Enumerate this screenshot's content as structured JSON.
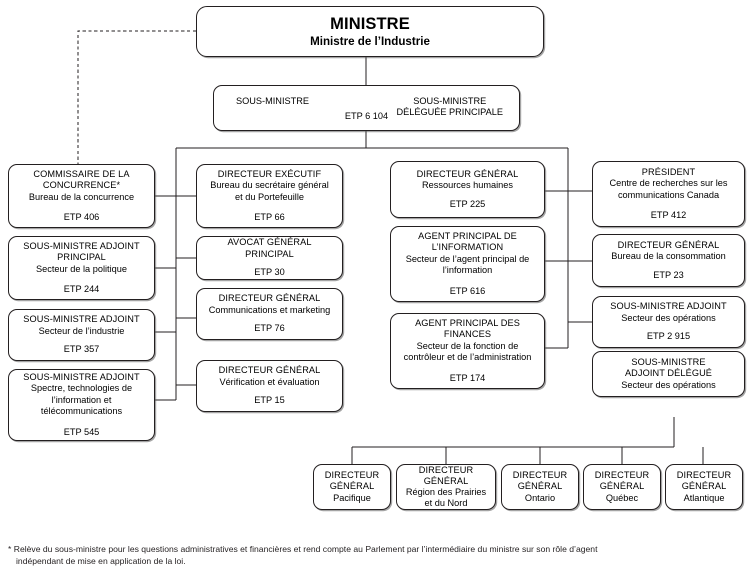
{
  "document": {
    "kind": "organizational-chart",
    "language": "fr"
  },
  "nodes": {
    "ministre": {
      "title": "MINISTRE",
      "subtitle": "Ministre de l’Industrie"
    },
    "sous_ministre": {
      "left_title": "SOUS-MINISTRE",
      "right_title": "SOUS-MINISTRE\nDÉLÉGUÉE PRINCIPALE",
      "etp": "ETP 6 104"
    },
    "commissaire_concurrence": {
      "title": "COMMISSAIRE DE LA\nCONCURRENCE*",
      "subtitle": "Bureau de la concurrence",
      "etp": "ETP 406"
    },
    "sma_principal": {
      "title": "SOUS-MINISTRE ADJOINT\nPRINCIPAL",
      "subtitle": "Secteur de la politique",
      "etp": "ETP 244"
    },
    "sma_industrie": {
      "title": "SOUS-MINISTRE ADJOINT",
      "subtitle": "Secteur de l’industrie",
      "etp": "ETP 357"
    },
    "sma_spectre": {
      "title": "SOUS-MINISTRE ADJOINT",
      "subtitle": "Spectre, technologies de\nl’information et télécommunications",
      "etp": "ETP 545"
    },
    "directeur_executif": {
      "title": "DIRECTEUR EXÉCUTIF",
      "subtitle": "Bureau du secrétaire général\net du Portefeuille",
      "etp": "ETP 66"
    },
    "avocat_general": {
      "title": "AVOCAT GÉNÉRAL PRINCIPAL",
      "subtitle": "",
      "etp": "ETP 30"
    },
    "dg_communications": {
      "title": "DIRECTEUR GÉNÉRAL",
      "subtitle": "Communications et marketing",
      "etp": "ETP 76"
    },
    "dg_verification": {
      "title": "DIRECTEUR GÉNÉRAL",
      "subtitle": "Vérification et évaluation",
      "etp": "ETP 15"
    },
    "dg_ressources_humaines": {
      "title": "DIRECTEUR GÉNÉRAL",
      "subtitle": "Ressources humaines",
      "etp": "ETP 225"
    },
    "agent_information": {
      "title": "AGENT PRINCIPAL DE\nL’INFORMATION",
      "subtitle": "Secteur de l’agent principal de\nl’information",
      "etp": "ETP 616"
    },
    "agent_finances": {
      "title": "AGENT PRINCIPAL DES\nFINANCES",
      "subtitle": "Secteur de la fonction de\ncontrôleur et de l’administration",
      "etp": "ETP 174"
    },
    "president_crc": {
      "title": "PRÉSIDENT",
      "subtitle": "Centre de recherches sur les\ncommunications Canada",
      "etp": "ETP 412"
    },
    "dg_consommation": {
      "title": "DIRECTEUR GÉNÉRAL",
      "subtitle": "Bureau de la consommation",
      "etp": "ETP 23"
    },
    "sma_operations": {
      "title": "SOUS-MINISTRE ADJOINT",
      "subtitle": "Secteur des opérations",
      "etp": "ETP 2 915"
    },
    "sma_delegue_operations": {
      "title": "SOUS-MINISTRE\nADJOINT DÉLÉGUÉ",
      "subtitle": "Secteur des opérations",
      "etp": ""
    }
  },
  "regions": [
    {
      "title": "DIRECTEUR\nGÉNÉRAL",
      "subtitle": "Pacifique"
    },
    {
      "title": "DIRECTEUR\nGÉNÉRAL",
      "subtitle": "Région des Prairies\net du Nord"
    },
    {
      "title": "DIRECTEUR\nGÉNÉRAL",
      "subtitle": "Ontario"
    },
    {
      "title": "DIRECTEUR\nGÉNÉRAL",
      "subtitle": "Québec"
    },
    {
      "title": "DIRECTEUR\nGÉNÉRAL",
      "subtitle": "Atlantique"
    }
  ],
  "footnote": {
    "marker": "*",
    "line1": "Relève du sous-ministre pour les questions administratives et financières et rend compte au Parlement par l’intermédiaire du ministre sur son rôle d’agent",
    "line2": "indépendant de mise en application de la loi."
  },
  "colors": {
    "line": "#231f20",
    "box_border": "#231f20",
    "background": "#ffffff",
    "text": "#000000"
  }
}
